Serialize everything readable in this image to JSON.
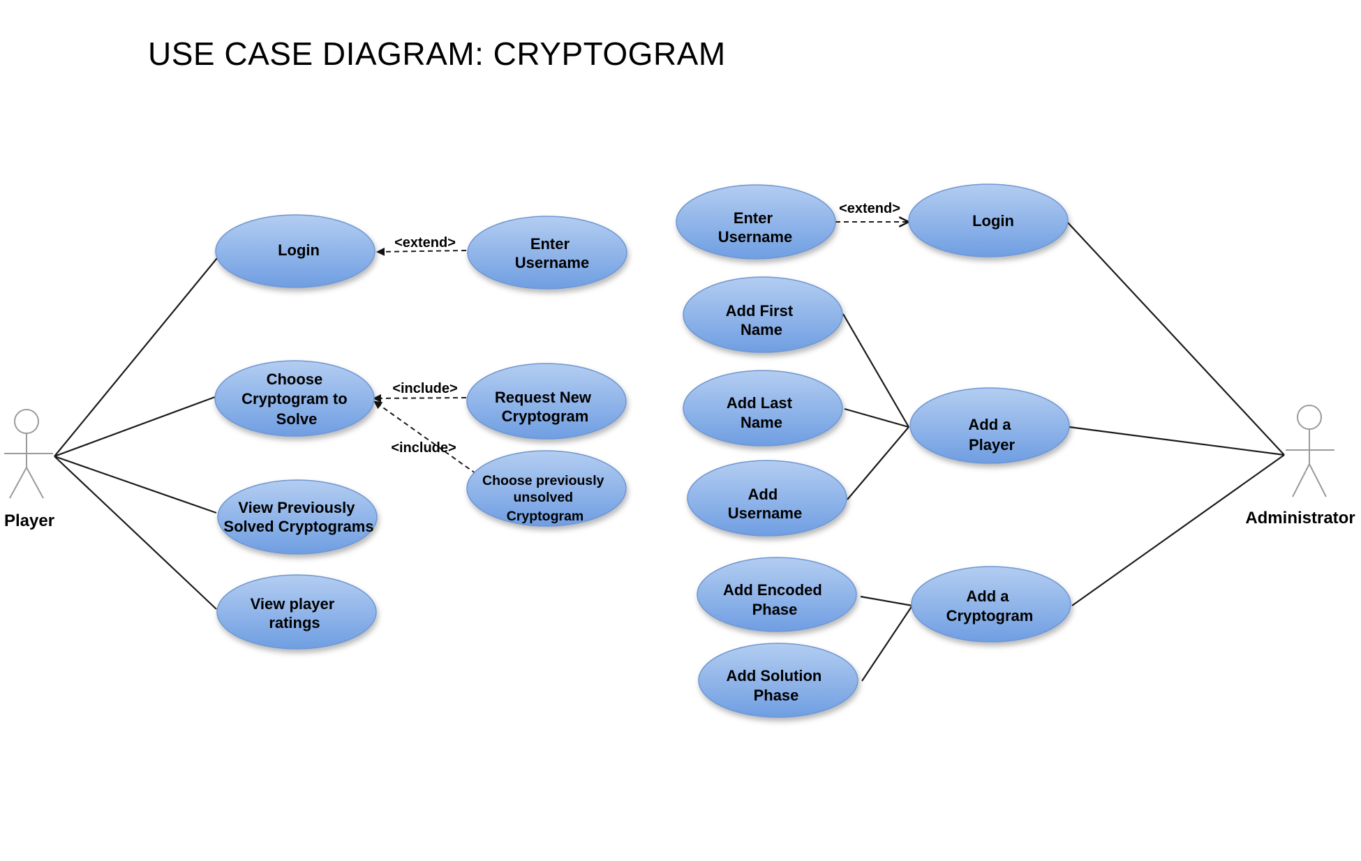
{
  "title": "USE CASE DIAGRAM: CRYPTOGRAM",
  "colors": {
    "usecase_fill_top": "#b3cdf1",
    "usecase_fill_bottom": "#6f9ee2",
    "usecase_stroke": "#6e96d2",
    "line": "#1a1a1a",
    "actor": "#9a9a9a"
  },
  "actors": {
    "player": "Player",
    "administrator": "Administrator"
  },
  "player_side": {
    "login": [
      "Login"
    ],
    "enter_username": [
      "Enter",
      "Username"
    ],
    "choose": [
      "Choose",
      "Cryptogram to",
      "Solve"
    ],
    "request_new": [
      "Request New",
      "Cryptogram"
    ],
    "choose_prev": [
      "Choose previously",
      "unsolved",
      "Cryptogram"
    ],
    "view_solved": [
      "View Previously",
      "Solved Cryptograms"
    ],
    "view_ratings": [
      "View player",
      "ratings"
    ]
  },
  "admin_side": {
    "enter_username": [
      "Enter",
      "Username"
    ],
    "login": [
      "Login"
    ],
    "add_first": [
      "Add First",
      "Name"
    ],
    "add_last": [
      "Add Last",
      "Name"
    ],
    "add_username": [
      "Add",
      "Username"
    ],
    "add_player": [
      "Add a",
      "Player"
    ],
    "add_encoded": [
      "Add Encoded",
      "Phase"
    ],
    "add_solution": [
      "Add Solution",
      "Phase"
    ],
    "add_crypto": [
      "Add a",
      "Cryptogram"
    ]
  },
  "relations": {
    "extend": "<extend>",
    "include": "<include>"
  }
}
